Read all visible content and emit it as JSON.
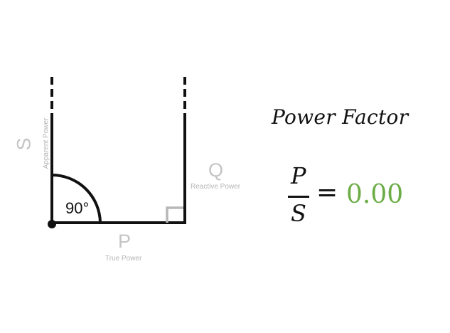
{
  "title": "Power Factor",
  "formula": {
    "numerator": "P",
    "denominator": "S",
    "equals": "=",
    "value": "0.00",
    "value_color": "#6cac46"
  },
  "vectors": {
    "s": {
      "symbol": "S",
      "label": "Apparent Power"
    },
    "q": {
      "symbol": "Q",
      "label": "Reactive Power"
    },
    "p": {
      "symbol": "P",
      "label": "True Power"
    }
  },
  "angle_label": "90°"
}
